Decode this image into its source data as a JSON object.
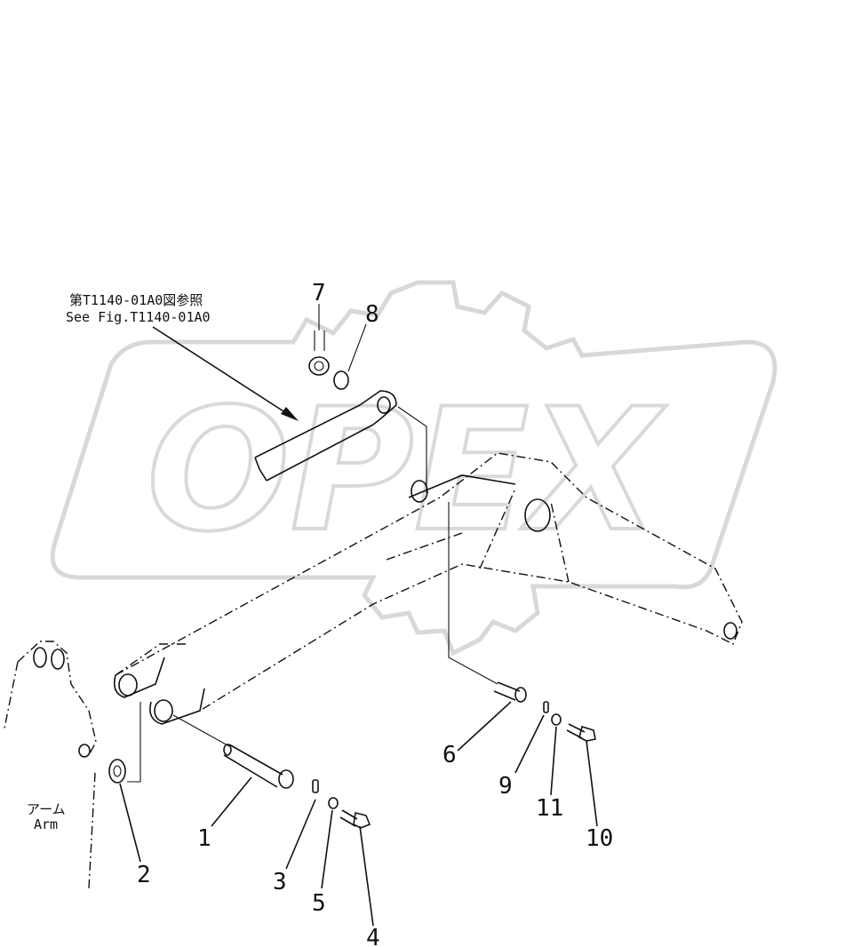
{
  "watermark": {
    "text": "OPEX"
  },
  "reference_note": {
    "line1": "第T1140-01A0図参照",
    "line2": "See Fig.T1140-01A0"
  },
  "arm_label": {
    "line1": "アーム",
    "line2": "Arm"
  },
  "callouts": [
    "1",
    "2",
    "3",
    "4",
    "5",
    "6",
    "7",
    "8",
    "9",
    "10",
    "11"
  ]
}
